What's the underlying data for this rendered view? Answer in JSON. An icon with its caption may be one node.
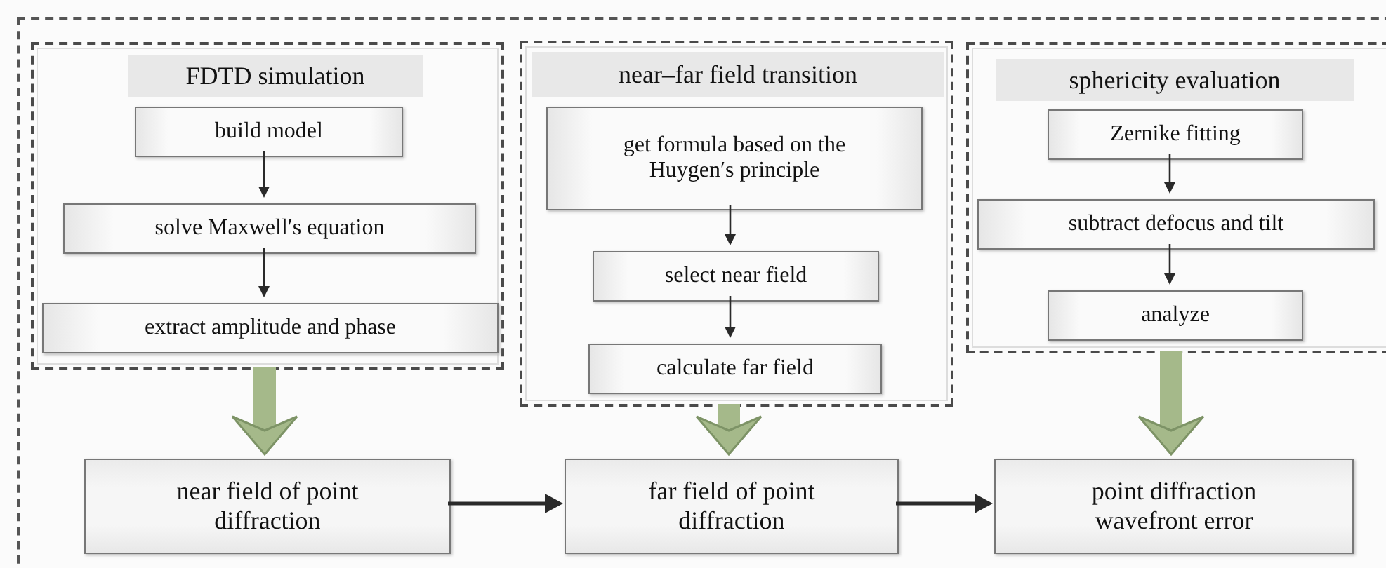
{
  "diagram": {
    "nodes": [
      {
        "text": [],
        "shape": "box"
      },
      {
        "text": [
          "FDTD simulation"
        ],
        "in": 0
      },
      {
        "text": [
          "build model"
        ],
        "in": 1
      },
      {
        "text": [
          "solve Maxwell′s equation"
        ],
        "in": 1
      },
      {
        "text": [
          "extract amplitude and phase"
        ],
        "in": 1
      },
      {
        "text": [
          "near–far field transition"
        ],
        "in": 0
      },
      {
        "text": [
          "get formula based on the Huygen′s principle"
        ],
        "in": 5
      },
      {
        "text": [
          "select near field"
        ],
        "in": 5
      },
      {
        "text": [
          "calculate far field"
        ],
        "in": 5
      },
      {
        "text": [
          "sphericity evaluation"
        ],
        "in": 0
      },
      {
        "text": [
          "Zernike fitting"
        ],
        "in": 9
      },
      {
        "text": [
          "subtract defocus and tilt"
        ],
        "in": 9
      },
      {
        "text": [
          "analyze"
        ],
        "in": 9
      },
      {
        "text": [
          "near field of point diffraction"
        ],
        "in": 0
      },
      {
        "text": [
          "far field of point diffraction"
        ],
        "in": 0
      },
      {
        "text": [
          "point diffraction wavefront error"
        ],
        "in": 0
      }
    ],
    "edges": [
      {
        "from": 2,
        "to": 3,
        "arrow": "to"
      },
      {
        "from": 3,
        "to": 4,
        "arrow": "to"
      },
      {
        "from": 6,
        "to": 7,
        "arrow": "to"
      },
      {
        "from": 7,
        "to": 8,
        "arrow": "to"
      },
      {
        "from": 10,
        "to": 11,
        "arrow": "to"
      },
      {
        "from": 11,
        "to": 12,
        "arrow": "to"
      },
      {
        "from": 1,
        "to": 13,
        "arrow": "to",
        "style": "thick",
        "color": "#a5b98a"
      },
      {
        "from": 5,
        "to": 14,
        "arrow": "to",
        "style": "thick",
        "color": "#a5b98a"
      },
      {
        "from": 9,
        "to": 15,
        "arrow": "to",
        "style": "thick",
        "color": "#a5b98a"
      },
      {
        "from": 13,
        "to": 14,
        "arrow": "to"
      },
      {
        "from": 14,
        "to": 15,
        "arrow": "to"
      }
    ]
  }
}
